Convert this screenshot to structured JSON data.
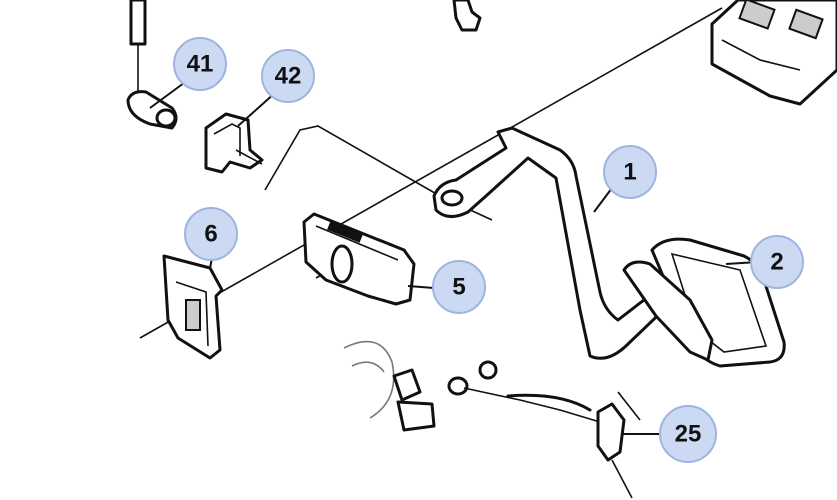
{
  "callouts": [
    {
      "id": "c41",
      "label": "41"
    },
    {
      "id": "c42",
      "label": "42"
    },
    {
      "id": "c1",
      "label": "1"
    },
    {
      "id": "c6",
      "label": "6"
    },
    {
      "id": "c2",
      "label": "2"
    },
    {
      "id": "c5",
      "label": "5"
    },
    {
      "id": "c25",
      "label": "25"
    }
  ],
  "colors": {
    "callout_fill": "#ccd9f2",
    "callout_stroke": "#9fb4de",
    "line": "#111111",
    "background": "#ffffff"
  }
}
